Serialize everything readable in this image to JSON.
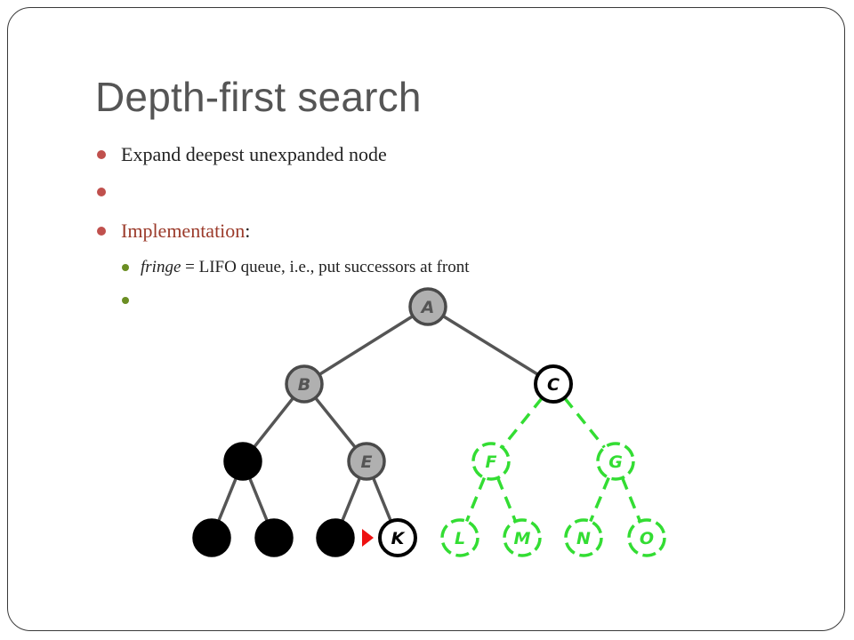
{
  "slide": {
    "title": "Depth-first search",
    "bullets": [
      {
        "text": "Expand deepest unexpanded node"
      },
      {
        "text": ""
      },
      {
        "label": "Implementation",
        "suffix": ":"
      },
      {
        "italic": "fringe",
        "rest": " = LIFO queue, i.e., put successors at front"
      },
      {
        "text": ""
      }
    ]
  },
  "colors": {
    "accent": "#c0504d",
    "sub_bullet": "#6b8e23",
    "expanded_gray": "#b0b0b0",
    "visited_black": "#000000",
    "unexplored_green": "#33dd33",
    "edge_gray": "#555555",
    "arrow_red": "#ee1111"
  },
  "tree": {
    "nodes": [
      {
        "id": "A",
        "label": "A",
        "state": "expanded"
      },
      {
        "id": "B",
        "label": "B",
        "state": "expanded"
      },
      {
        "id": "C",
        "label": "C",
        "state": "fringe"
      },
      {
        "id": "D",
        "label": "",
        "state": "visited"
      },
      {
        "id": "E",
        "label": "E",
        "state": "expanded"
      },
      {
        "id": "F",
        "label": "F",
        "state": "unexplored"
      },
      {
        "id": "G",
        "label": "G",
        "state": "unexplored"
      },
      {
        "id": "H",
        "label": "",
        "state": "visited"
      },
      {
        "id": "I",
        "label": "",
        "state": "visited"
      },
      {
        "id": "J",
        "label": "",
        "state": "visited"
      },
      {
        "id": "K",
        "label": "K",
        "state": "current"
      },
      {
        "id": "L",
        "label": "L",
        "state": "unexplored"
      },
      {
        "id": "M",
        "label": "M",
        "state": "unexplored"
      },
      {
        "id": "N",
        "label": "N",
        "state": "unexplored"
      },
      {
        "id": "O",
        "label": "O",
        "state": "unexplored"
      }
    ],
    "edges": [
      {
        "from": "A",
        "to": "B",
        "state": "solid"
      },
      {
        "from": "A",
        "to": "C",
        "state": "solid"
      },
      {
        "from": "B",
        "to": "D",
        "state": "solid"
      },
      {
        "from": "B",
        "to": "E",
        "state": "solid"
      },
      {
        "from": "C",
        "to": "F",
        "state": "dashed"
      },
      {
        "from": "C",
        "to": "G",
        "state": "dashed"
      },
      {
        "from": "D",
        "to": "H",
        "state": "solid"
      },
      {
        "from": "D",
        "to": "I",
        "state": "solid"
      },
      {
        "from": "E",
        "to": "J",
        "state": "solid"
      },
      {
        "from": "E",
        "to": "K",
        "state": "solid"
      },
      {
        "from": "F",
        "to": "L",
        "state": "dashed"
      },
      {
        "from": "F",
        "to": "M",
        "state": "dashed"
      },
      {
        "from": "G",
        "to": "N",
        "state": "dashed"
      },
      {
        "from": "G",
        "to": "O",
        "state": "dashed"
      }
    ]
  }
}
